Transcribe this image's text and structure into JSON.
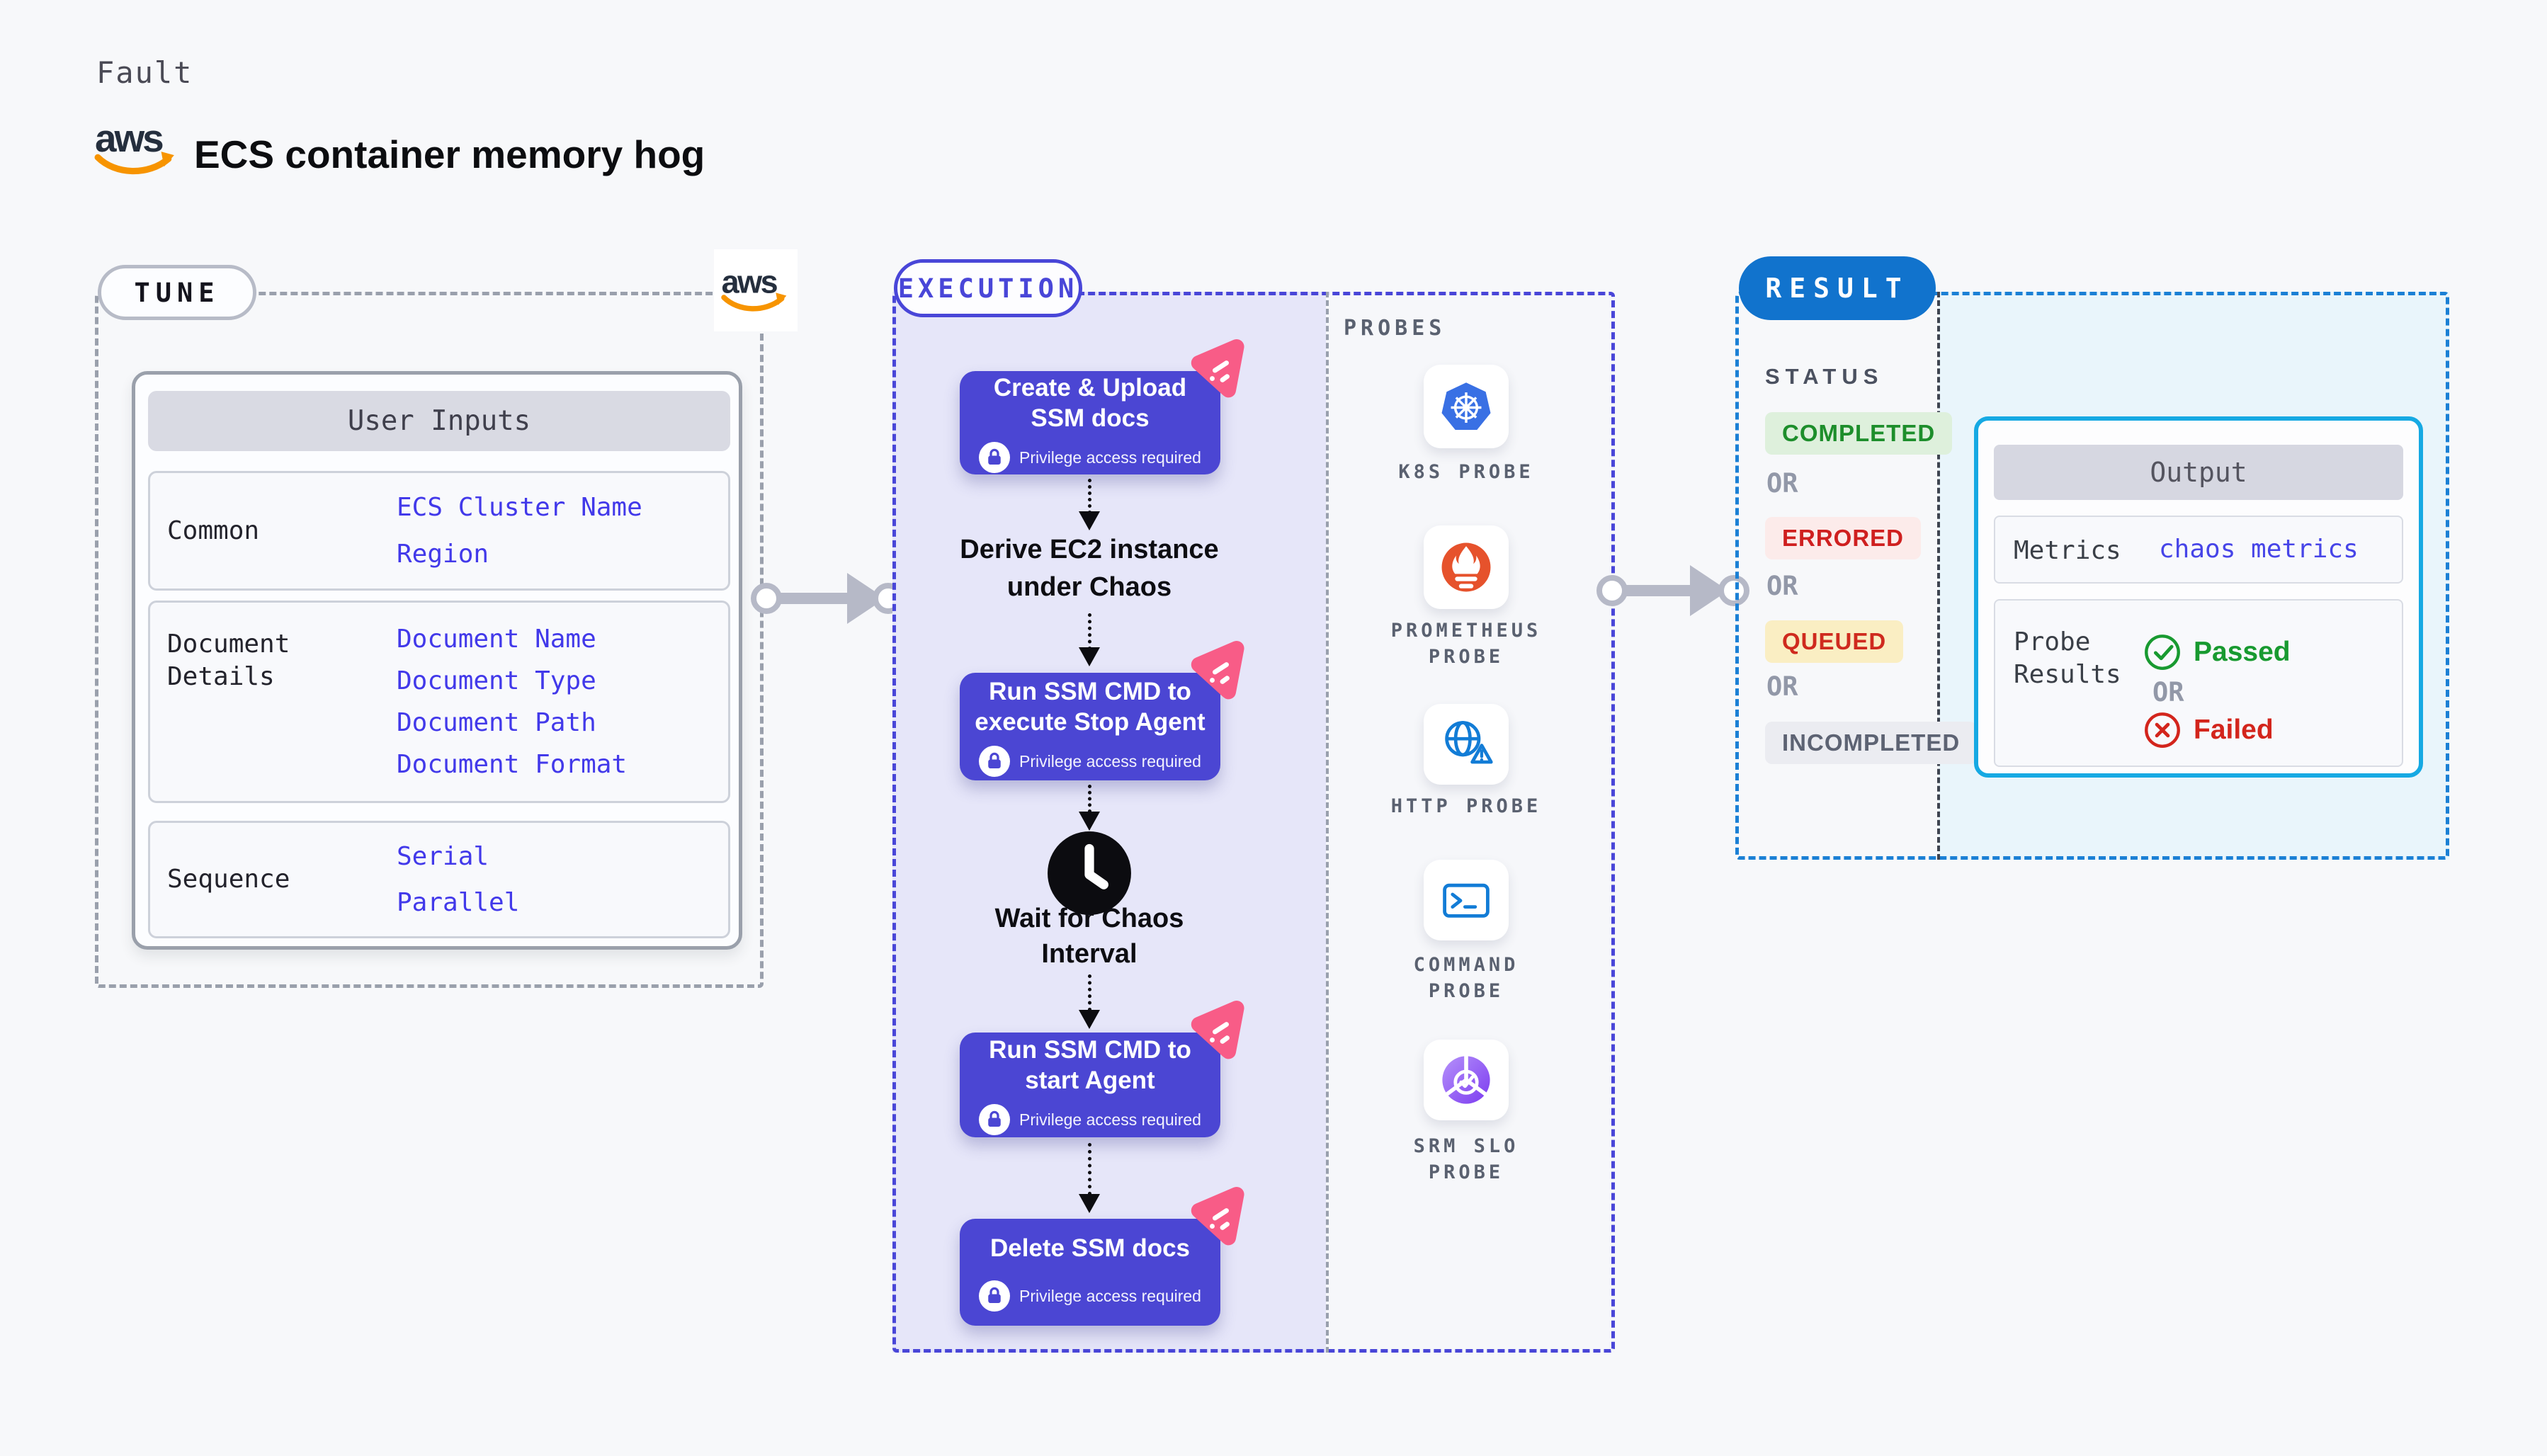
{
  "header": {
    "eyebrow": "Fault",
    "title": "ECS container memory hog",
    "logo": "aws-logo"
  },
  "tune": {
    "label": "TUNE",
    "user_inputs": {
      "header": "User Inputs",
      "rows": [
        {
          "label": "Common",
          "links": [
            "ECS Cluster Name",
            "Region"
          ]
        },
        {
          "label": "Document Details",
          "links": [
            "Document Name",
            "Document Type",
            "Document Path",
            "Document Format"
          ]
        },
        {
          "label": "Sequence",
          "links": [
            "Serial",
            "Parallel"
          ]
        }
      ]
    }
  },
  "execution": {
    "label": "EXECUTION",
    "privilege_note": "Privilege access required",
    "steps": [
      {
        "kind": "action",
        "title": "Create & Upload SSM docs"
      },
      {
        "kind": "derive",
        "title": "Derive EC2 instance under Chaos"
      },
      {
        "kind": "action",
        "title": "Run SSM CMD to execute Stop Agent"
      },
      {
        "kind": "wait",
        "title": "Wait for Chaos Interval"
      },
      {
        "kind": "action",
        "title": "Run SSM CMD to start Agent"
      },
      {
        "kind": "action",
        "title": "Delete SSM docs"
      }
    ]
  },
  "probes": {
    "label": "PROBES",
    "items": [
      {
        "name": "K8S PROBE",
        "icon": "kubernetes-icon"
      },
      {
        "name": "PROMETHEUS PROBE",
        "icon": "prometheus-icon"
      },
      {
        "name": "HTTP PROBE",
        "icon": "http-globe-warning-icon"
      },
      {
        "name": "COMMAND PROBE",
        "icon": "terminal-icon"
      },
      {
        "name": "SRM SLO PROBE",
        "icon": "srm-slo-icon"
      }
    ]
  },
  "result": {
    "label": "RESULT",
    "status": {
      "heading": "STATUS",
      "or": "OR",
      "badges": [
        {
          "text": "COMPLETED",
          "fg": "#1d8e2b",
          "bg": "#def0dc"
        },
        {
          "text": "ERRORED",
          "fg": "#cf1f1f",
          "bg": "#fcebea"
        },
        {
          "text": "QUEUED",
          "fg": "#cf2a1e",
          "bg": "#faeec3"
        },
        {
          "text": "INCOMPLETED",
          "fg": "#5d6373",
          "bg": "#ebecf1"
        }
      ]
    },
    "output": {
      "header": "Output",
      "metrics_label": "Metrics",
      "metrics_value": "chaos metrics",
      "probe_label": "Probe Results",
      "passed": "Passed",
      "or": "OR",
      "failed": "Failed"
    }
  },
  "colors": {
    "page_bg": "#f7f8fa",
    "accent_indigo": "#4946d8",
    "step_box_purple": "#4b46d3",
    "lavender_bg": "#e6e6f9",
    "chaos_icon_pink": "#f85c87",
    "tune_border_gray": "#9aa0ac",
    "result_pill_blue": "#1173cd",
    "result_border_blue": "#1b80d5",
    "result_bg_cyan": "#e9f5fb",
    "output_border_cyan": "#16a9e3",
    "link_blue": "#4239ea",
    "passed_green": "#189a30",
    "failed_red": "#d3251c",
    "k8s_blue": "#3970e4",
    "prometheus_orange": "#e6522c",
    "probe_icon_blue": "#127cd6",
    "aws_orange": "#f79400",
    "aws_navy": "#252f3e"
  }
}
